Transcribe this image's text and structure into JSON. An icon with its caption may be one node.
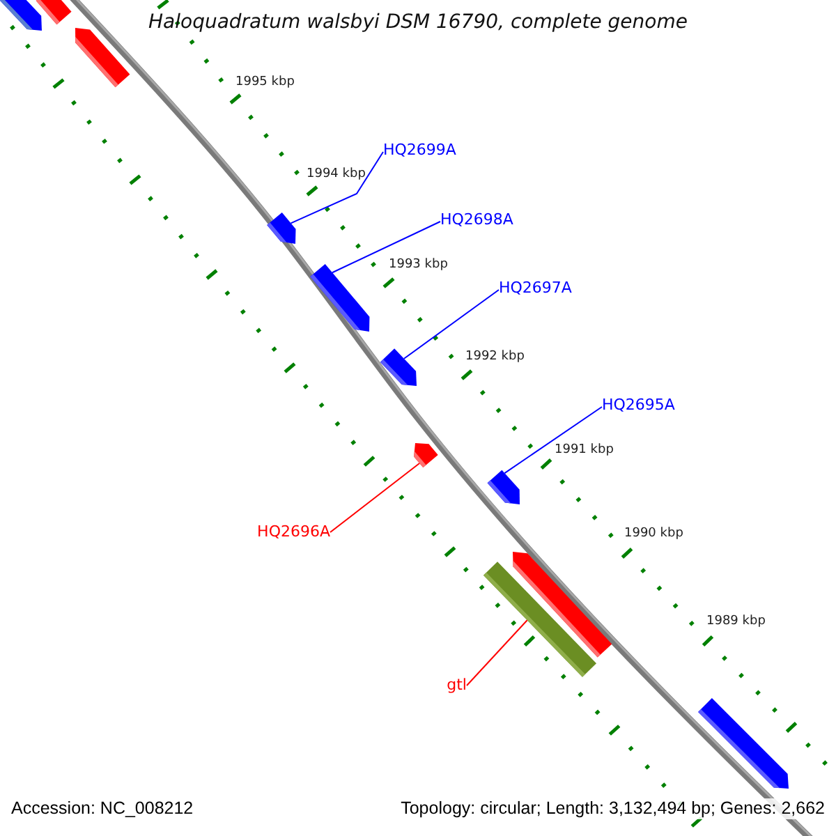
{
  "diagram": {
    "title": "Haloquadratum walsbyi DSM 16790, complete genome",
    "nodes": [
      {
        "text": [],
        "shape": "pentagon"
      },
      {
        "text": [],
        "shape": "pentagon"
      },
      {
        "text": [],
        "shape": "pentagon"
      },
      {
        "text": [
          "HQ2699A"
        ]
      },
      {
        "text": [],
        "shape": "pentagon"
      },
      {
        "text": [
          "HQ2698A"
        ]
      },
      {
        "text": [],
        "shape": "pentagon"
      },
      {
        "text": [
          "HQ2697A"
        ]
      },
      {
        "text": [],
        "shape": "pentagon"
      },
      {
        "text": [
          "HQ2695A"
        ]
      },
      {
        "text": [],
        "shape": "pentagon"
      },
      {
        "text": [],
        "shape": "pentagon"
      },
      {
        "text": [
          "HQ2696A"
        ]
      },
      {
        "text": [],
        "shape": "pentagon"
      },
      {
        "text": [],
        "shape": "bar"
      },
      {
        "text": [
          "gtl"
        ]
      },
      {
        "text": [],
        "shape": "pentagon"
      }
    ],
    "edges": [
      {
        "from": 3,
        "to": 4,
        "arrow": "none"
      },
      {
        "from": 5,
        "to": 6,
        "arrow": "none"
      },
      {
        "from": 7,
        "to": 8,
        "arrow": "none"
      },
      {
        "from": 9,
        "to": 11,
        "arrow": "none"
      },
      {
        "from": 12,
        "to": 10,
        "arrow": "none",
        "color": "#ff0000"
      },
      {
        "from": 15,
        "to": 14,
        "arrow": "none",
        "color": "#ff0000"
      }
    ],
    "labels": [
      "1995 kbp",
      "1994 kbp",
      "1993 kbp",
      "1992 kbp",
      "1991 kbp",
      "1990 kbp",
      "1989 kbp",
      "Accession: NC_008212",
      "Topology: circular; Length: 3,132,494 bp; Genes: 2,662"
    ]
  }
}
